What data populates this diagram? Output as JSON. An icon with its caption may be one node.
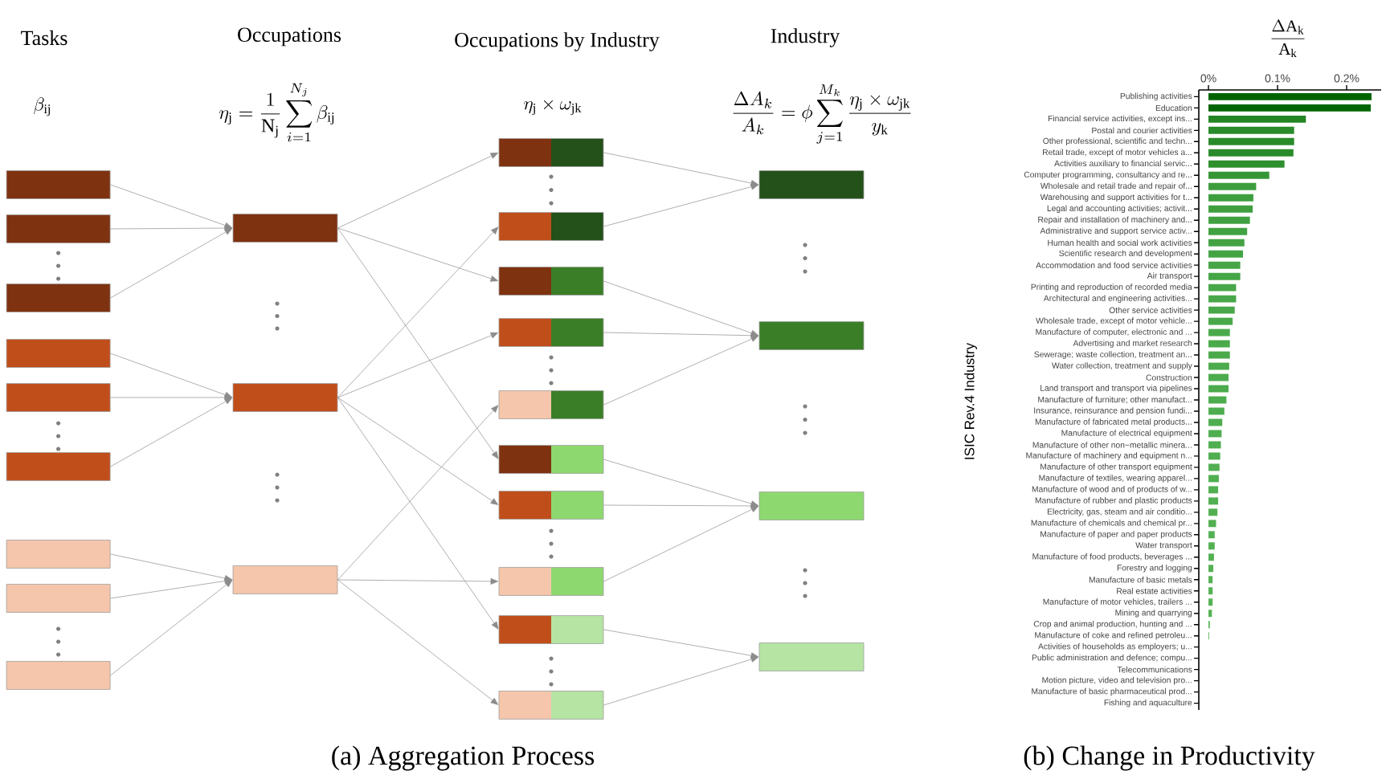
{
  "diagram": {
    "nodes": [
      {
        "text": [],
        "shape": "box"
      },
      {
        "text": [],
        "shape": "box"
      },
      {
        "text": [],
        "shape": "box"
      },
      {
        "text": [],
        "shape": "box"
      },
      {
        "text": [],
        "shape": "box"
      },
      {
        "text": [],
        "shape": "box"
      },
      {
        "text": [],
        "shape": "box"
      },
      {
        "text": [],
        "shape": "box"
      },
      {
        "text": [],
        "shape": "box"
      },
      {
        "text": [],
        "shape": "box"
      },
      {
        "text": [],
        "shape": "box"
      },
      {
        "text": [],
        "shape": "box"
      },
      {
        "text": [],
        "shape": "box"
      },
      {
        "text": [],
        "shape": "box"
      },
      {
        "text": [],
        "shape": "box"
      },
      {
        "text": [],
        "shape": "box"
      },
      {
        "text": [],
        "shape": "box"
      },
      {
        "text": [],
        "shape": "box"
      },
      {
        "text": [],
        "shape": "box"
      },
      {
        "text": [],
        "shape": "box"
      },
      {
        "text": [],
        "shape": "box"
      },
      {
        "text": [],
        "shape": "box"
      },
      {
        "text": [],
        "shape": "box"
      },
      {
        "text": [],
        "shape": "box"
      },
      {
        "text": [],
        "shape": "box"
      },
      {
        "text": [],
        "shape": "box"
      }
    ],
    "edges": [
      {
        "from": 0,
        "to": 9,
        "arrow": "to"
      },
      {
        "from": 1,
        "to": 9,
        "arrow": "to"
      },
      {
        "from": 2,
        "to": 9,
        "arrow": "to"
      },
      {
        "from": 3,
        "to": 10,
        "arrow": "to"
      },
      {
        "from": 4,
        "to": 10,
        "arrow": "to"
      },
      {
        "from": 5,
        "to": 10,
        "arrow": "to"
      },
      {
        "from": 6,
        "to": 11,
        "arrow": "to"
      },
      {
        "from": 7,
        "to": 11,
        "arrow": "to"
      },
      {
        "from": 8,
        "to": 11,
        "arrow": "to"
      },
      {
        "from": 9,
        "to": 12,
        "arrow": "to"
      },
      {
        "from": 9,
        "to": 14,
        "arrow": "to"
      },
      {
        "from": 9,
        "to": 17,
        "arrow": "to"
      },
      {
        "from": 10,
        "to": 13,
        "arrow": "to"
      },
      {
        "from": 10,
        "to": 15,
        "arrow": "to"
      },
      {
        "from": 10,
        "to": 18,
        "arrow": "to"
      },
      {
        "from": 10,
        "to": 20,
        "arrow": "to"
      },
      {
        "from": 11,
        "to": 16,
        "arrow": "to"
      },
      {
        "from": 11,
        "to": 19,
        "arrow": "to"
      },
      {
        "from": 11,
        "to": 21,
        "arrow": "to"
      },
      {
        "from": 12,
        "to": 22,
        "arrow": "to"
      },
      {
        "from": 13,
        "to": 22,
        "arrow": "to"
      },
      {
        "from": 14,
        "to": 23,
        "arrow": "to"
      },
      {
        "from": 15,
        "to": 23,
        "arrow": "to"
      },
      {
        "from": 16,
        "to": 23,
        "arrow": "to"
      },
      {
        "from": 17,
        "to": 24,
        "arrow": "to"
      },
      {
        "from": 18,
        "to": 24,
        "arrow": "to"
      },
      {
        "from": 19,
        "to": 24,
        "arrow": "to"
      },
      {
        "from": 20,
        "to": 25,
        "arrow": "to"
      },
      {
        "from": 21,
        "to": 25,
        "arrow": "to"
      }
    ],
    "labels": [
      "Tasks",
      "Occupations",
      "Occupations by Industry",
      "Industry",
      "\\beta_{\\mathrm{ij}}",
      "\\eta_{\\mathrm{j}} = \\frac{1}{\\mathrm{N}_{\\mathrm{j}}} \\sum_{i=1}^{N_j} \\beta_{\\mathrm{ij}}",
      "\\eta_{\\mathrm{j}} \\times \\omega_{\\mathrm{jk}}",
      "\\frac{\\Delta A_k}{A_k} = \\phi \\sum_{j=1}^{M_k} \\frac{\\eta_{\\mathrm{j}} \\times \\omega_{\\mathrm{jk}}}{y_{\\mathrm{k}}}",
      "(a) Aggregation Process",
      "(b) Change in Productivity"
    ],
    "chart_data": {
      "type": "bar",
      "orientation": "horizontal",
      "xlabel": "\\frac{\\Delta \\mathrm{A}_{\\mathrm{k}}}{\\mathrm{A}_{\\mathrm{k}}}",
      "ylabel": "ISIC Rev.4 Industry",
      "categories": [
        "Publishing activities",
        "Education",
        "Financial service activities, except ins...",
        "Postal and courier activities",
        "Other professional, scientific and techn...",
        "Retail trade, except of motor vehicles a...",
        "Activities auxiliary to financial servic...",
        "Computer programming, consultancy and re...",
        "Wholesale and retail trade and repair of...",
        "Warehousing and support activities for t...",
        "Legal and accounting activities; activit...",
        "Repair and installation of machinery and...",
        "Administrative and support service activ...",
        "Human health and social work activities",
        "Scientific research and development",
        "Accommodation and food service activities",
        "Air transport",
        "Printing and reproduction of recorded media",
        "Architectural and engineering activities...",
        "Other service activities",
        "Wholesale trade, except of motor vehicle...",
        "Manufacture of computer, electronic and ...",
        "Advertising and market research",
        "Sewerage; waste collection, treatment an...",
        "Water collection, treatment and supply",
        "Construction",
        "Land transport and transport via pipelines",
        "Manufacture of furniture; other manufact...",
        "Insurance, reinsurance and pension fundi...",
        "Manufacture of fabricated metal products...",
        "Manufacture of electrical equipment",
        "Manufacture of other non−metallic minera...",
        "Manufacture of machinery and equipment n...",
        "Manufacture of other transport equipment",
        "Manufacture of textiles, wearing apparel...",
        "Manufacture of wood and of products of w...",
        "Manufacture of rubber and plastic products",
        "Electricity, gas, steam and air conditio...",
        "Manufacture of chemicals and chemical pr...",
        "Manufacture of paper and paper products",
        "Water transport",
        "Manufacture of food products, beverages ...",
        "Forestry and logging",
        "Manufacture of basic metals",
        "Real estate activities",
        "Manufacture of motor vehicles, trailers ...",
        "Mining and quarrying",
        "Crop and animal production, hunting and ...",
        "Manufacture of coke and refined petroleu...",
        "Activities of households as employers; u...",
        "Public administration and defence; compu...",
        "Telecommunications",
        "Motion picture, video and television pro...",
        "Manufacture of basic pharmaceutical prod...",
        "Fishing and aquaculture"
      ],
      "series": [
        {
          "values": [
            0.236,
            0.235,
            0.141,
            0.124,
            0.124,
            0.123,
            0.11,
            0.088,
            0.069,
            0.065,
            0.064,
            0.06,
            0.056,
            0.052,
            0.05,
            0.046,
            0.046,
            0.04,
            0.04,
            0.038,
            0.035,
            0.031,
            0.031,
            0.031,
            0.03,
            0.029,
            0.029,
            0.026,
            0.023,
            0.02,
            0.019,
            0.018,
            0.017,
            0.016,
            0.015,
            0.014,
            0.014,
            0.013,
            0.011,
            0.009,
            0.009,
            0.008,
            0.007,
            0.006,
            0.006,
            0.006,
            0.005,
            0.002,
            0.001,
            0.0,
            0.0,
            0.0,
            0.0,
            0.0,
            0.0
          ]
        }
      ],
      "xlim": [
        0,
        0.25
      ],
      "xticks": [
        {
          "value": 0,
          "label": "0%"
        },
        {
          "value": 0.1,
          "label": "0.1%"
        },
        {
          "value": 0.2,
          "label": "0.2%"
        }
      ]
    }
  }
}
